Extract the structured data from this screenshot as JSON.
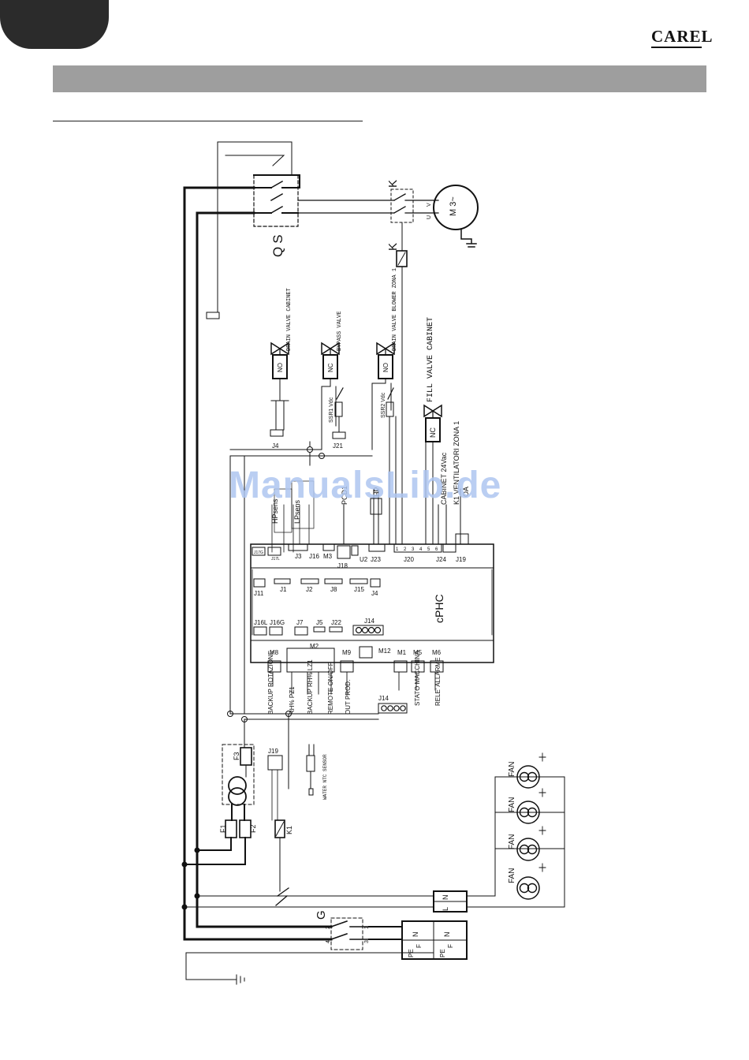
{
  "brand": {
    "logo": "CAREL"
  },
  "watermark": "ManualsLib.de",
  "labels": {
    "qs": "QS",
    "k_contactor": "K",
    "k_coil": "K",
    "motor": "M 3~",
    "motor_u": "U",
    "motor_v": "V",
    "drain_valve_cabinet": "DRAIN VALVE CABINET",
    "bypass_valve": "BYPASS VALVE",
    "drain_valve_blower": "DRAIN VALVE BLOWER ZONA 1",
    "fill_valve_cabinet": "FILL VALVE CABINET",
    "no": "NO",
    "nc": "NC",
    "ssr1": "SSR1 Vdc",
    "ssr2": "SSR2 Vdc",
    "cabinet_24vac": "CABINET 24Vac",
    "k1_ventilatori": "K1 VENTILATORI ZONA 1",
    "oa": "OA",
    "hp_sensor": "HPsens",
    "lp_sensor": "LPsens",
    "pcd1": "PCD1",
    "hp": "HP",
    "cphc": "cPHC",
    "backup_rotazione": "BACKUP ROTAZIONE",
    "rh_pz1": "RH% PZ1",
    "backup_rh_lz1": "BACKUP RH% LZ1",
    "remote_onoff": "REMOTE ON/OFF",
    "out_prod": "OUT PROD.",
    "stato_macchina": "STATO MACCHINA",
    "rele_allarme": "RELE' ALLARME",
    "water_ntc": "WATER NTC SENSOR",
    "fan": "FAN",
    "f1": "F1",
    "f2": "F2",
    "f3": "F3",
    "k1": "K1",
    "g": "G",
    "n": "N",
    "pe": "PE",
    "f": "F",
    "l_term": "L",
    "n_term": "N",
    "sw_1": "1",
    "sw_2": "2",
    "sw_3": "3",
    "sw_4": "4"
  },
  "connectors": {
    "j4_top": "J4",
    "j21": "J21",
    "j17g": "J17G",
    "j17l": "J17L",
    "j3": "J3",
    "j16": "J16",
    "m3": "M3",
    "j18": "J18",
    "u2": "U2",
    "j23": "J23",
    "j20": "J20",
    "j24": "J24",
    "j19_top": "J19",
    "j11": "J11",
    "j1": "J1",
    "j2": "J2",
    "j8": "J8",
    "j15": "J15",
    "j4_mid": "J4",
    "j16l": "J16L",
    "j16g": "J16G",
    "j7": "J7",
    "j5": "J5",
    "j22": "J22",
    "j14_mid": "J14",
    "m8": "M8",
    "m2": "M2",
    "m9": "M9",
    "m12": "M12",
    "m1": "M1",
    "m5": "M5",
    "m6": "M6",
    "j14_low": "J14",
    "j19_low": "J19"
  },
  "j20_pins": [
    "1",
    "2",
    "3",
    "4",
    "5",
    "6"
  ],
  "colors": {
    "line": "#111111",
    "thin": "#444444",
    "header": "#9e9e9e",
    "tab": "#2b2b2b"
  }
}
